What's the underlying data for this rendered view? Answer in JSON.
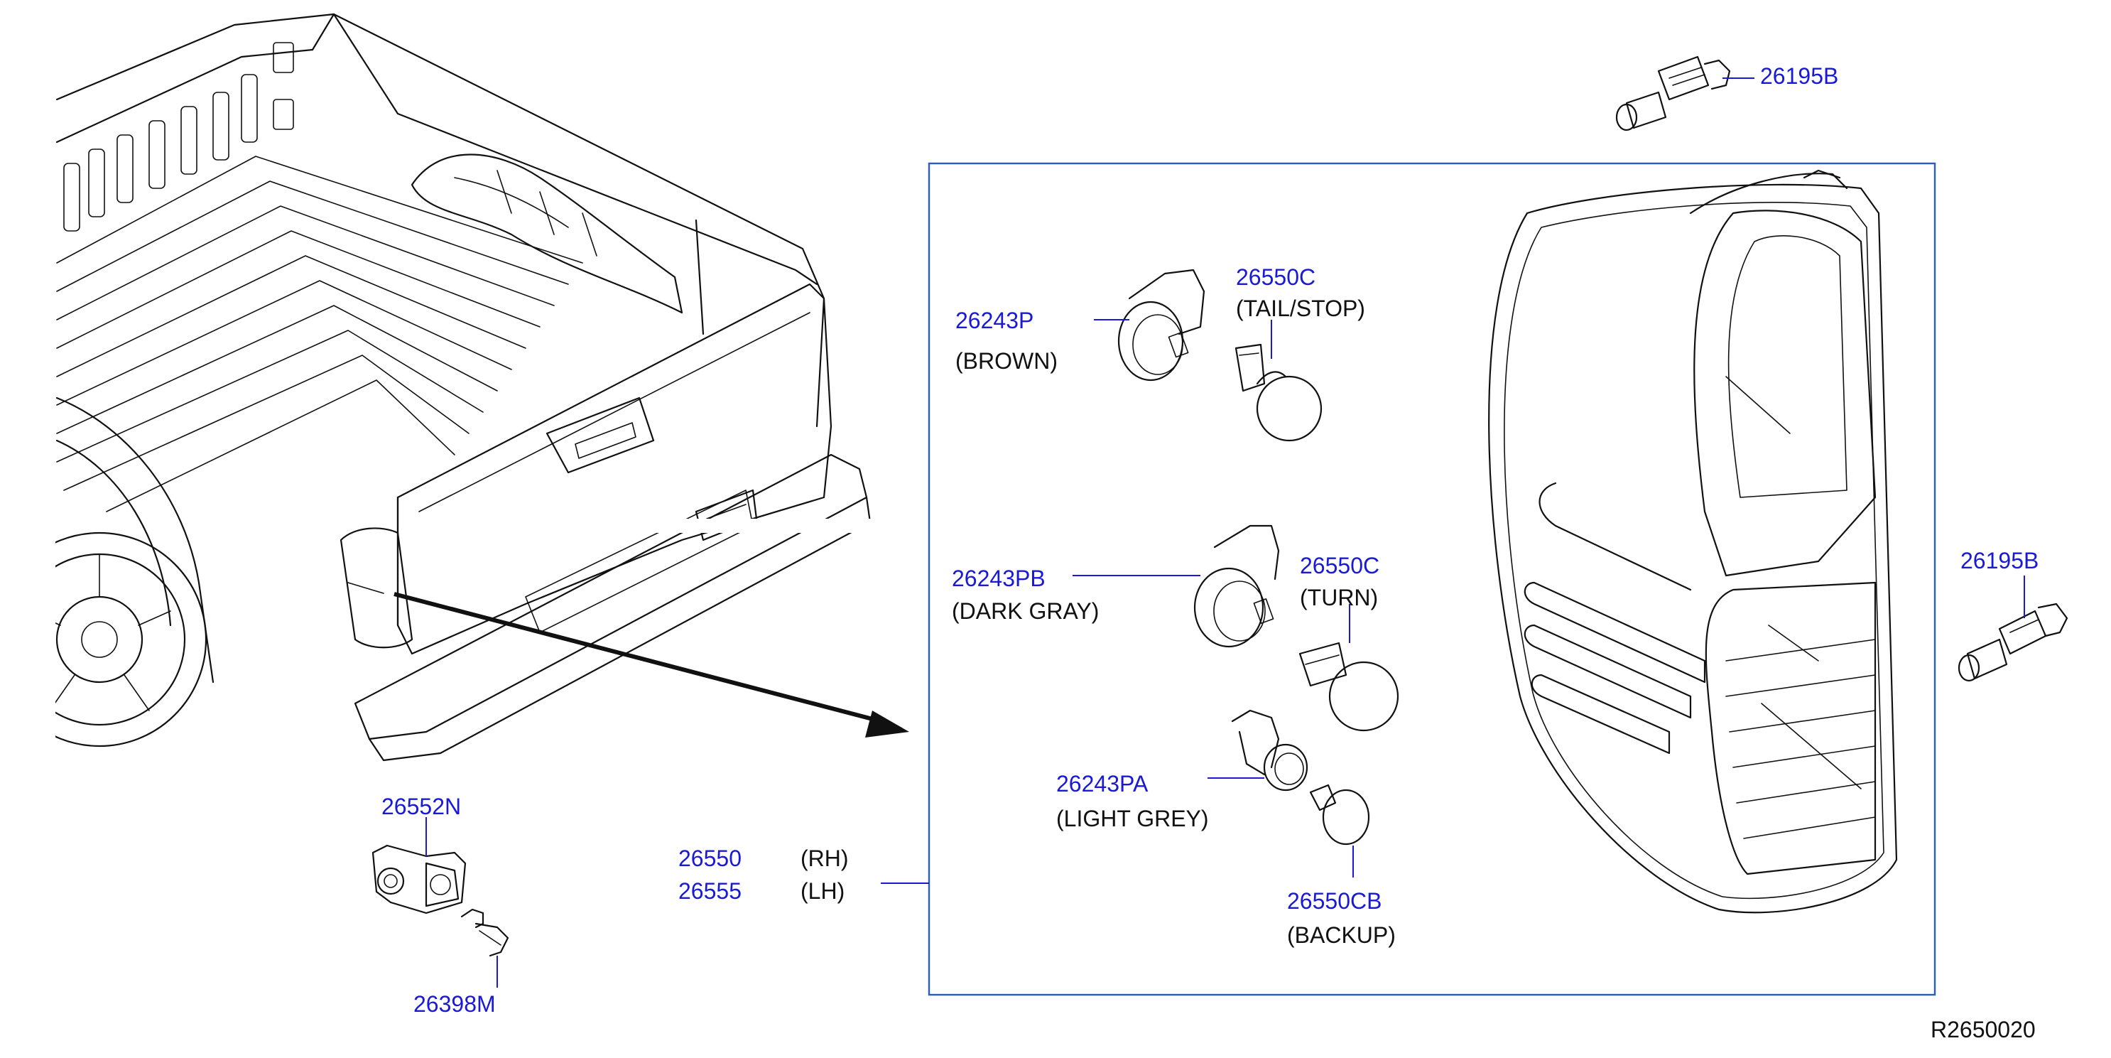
{
  "diagram_code": "R2650020",
  "parts": {
    "bolt_top": "26195B",
    "bolt_right": "26195B",
    "socket_tail": "26243P",
    "socket_tail_color": "(BROWN)",
    "bulb_tail": "26550C",
    "bulb_tail_desc": "(TAIL/STOP)",
    "socket_turn": "26243PB",
    "socket_turn_color": "(DARK   GRAY)",
    "bulb_turn": "26550C",
    "bulb_turn_desc": "(TURN)",
    "socket_backup": "26243PA",
    "socket_backup_color": "(LIGHT   GREY)",
    "bulb_backup": "26550CB",
    "bulb_backup_desc": "(BACKUP)",
    "lamp_rh": "26550",
    "lamp_rh_side": "(RH)",
    "lamp_lh": "26555",
    "lamp_lh_side": "(LH)",
    "bracket": "26552N",
    "small_bulb": "26398M"
  },
  "colors": {
    "part_number": "#1a1ad6",
    "frame": "#2a5dbf",
    "line": "#111111"
  }
}
